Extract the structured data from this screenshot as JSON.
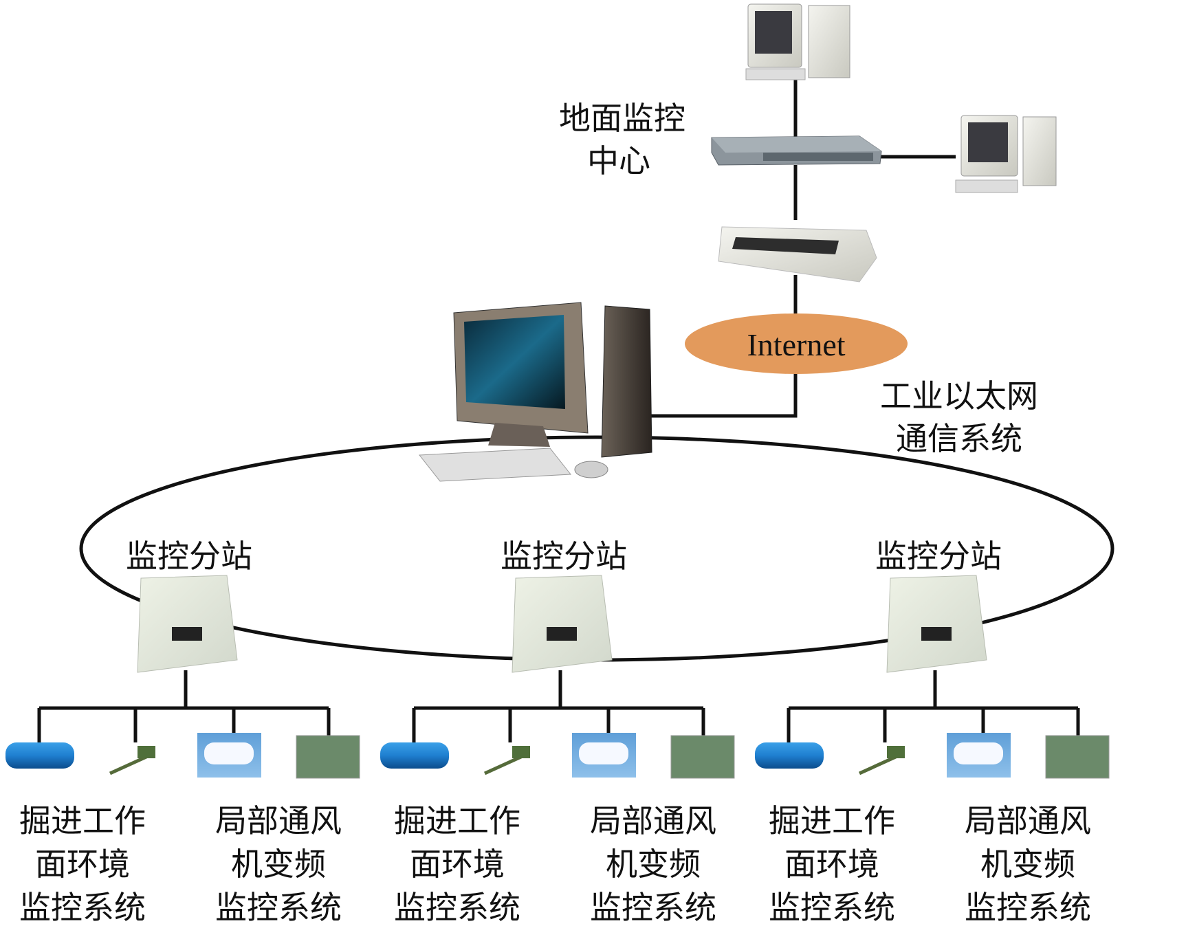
{
  "diagram": {
    "title": "",
    "colors": {
      "line": "#111111",
      "internet_fill": "#e39a5c",
      "background": "#ffffff"
    },
    "surface": {
      "label_line1": "地面监控",
      "label_line2": "中心",
      "devices": [
        "pc-top",
        "network-switch",
        "pc-right",
        "modem"
      ]
    },
    "internet": {
      "label": "Internet"
    },
    "ethernet": {
      "label_line1": "工业以太网",
      "label_line2": "通信系统"
    },
    "main_pc": {
      "name": "main-computer"
    },
    "substations": [
      {
        "label": "监控分站",
        "systems": [
          {
            "lines": [
              "掘进工作",
              "面环境",
              "监控系统"
            ]
          },
          {
            "lines": [
              "局部通风",
              "机变频",
              "监控系统"
            ]
          }
        ],
        "devices": [
          "sensor-cylinder",
          "temperature-probe",
          "lamp-fixture",
          "circuit-board"
        ]
      },
      {
        "label": "监控分站",
        "systems": [
          {
            "lines": [
              "掘进工作",
              "面环境",
              "监控系统"
            ]
          },
          {
            "lines": [
              "局部通风",
              "机变频",
              "监控系统"
            ]
          }
        ],
        "devices": [
          "sensor-cylinder",
          "temperature-probe",
          "lamp-fixture",
          "circuit-board"
        ]
      },
      {
        "label": "监控分站",
        "systems": [
          {
            "lines": [
              "掘进工作",
              "面环境",
              "监控系统"
            ]
          },
          {
            "lines": [
              "局部通风",
              "机变频",
              "监控系统"
            ]
          }
        ],
        "devices": [
          "sensor-cylinder",
          "temperature-probe",
          "lamp-fixture",
          "circuit-board"
        ]
      }
    ]
  }
}
